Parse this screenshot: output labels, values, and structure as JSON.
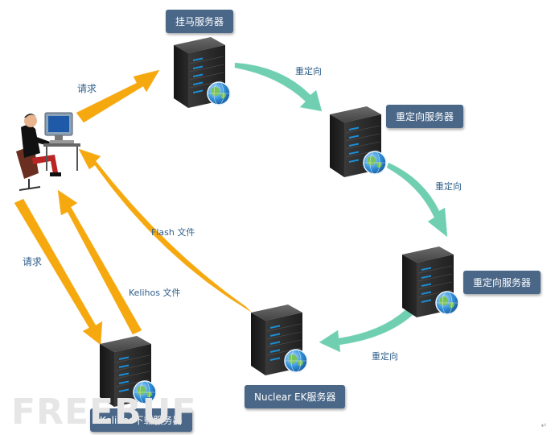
{
  "nodes": {
    "guama": "挂马服务器",
    "redirect1": "重定向服务器",
    "redirect2": "重定向服务器",
    "nuclear": "Nuclear  EK服务器",
    "kelihos": "Kelihos下载服务器"
  },
  "edges": {
    "request_top": "请求",
    "redirect_a": "重定向",
    "redirect_b": "重定向",
    "redirect_c": "重定向",
    "flash_file": "Flash 文件",
    "kelihos_file": "Kelihos 文件",
    "request_left": "请求"
  },
  "colors": {
    "orange_arrow": "#f6a90e",
    "teal_arrow": "#6fcfb0",
    "label_bg": "#4a6788"
  },
  "watermark": "FREEBUF",
  "corner_mark": "↵"
}
